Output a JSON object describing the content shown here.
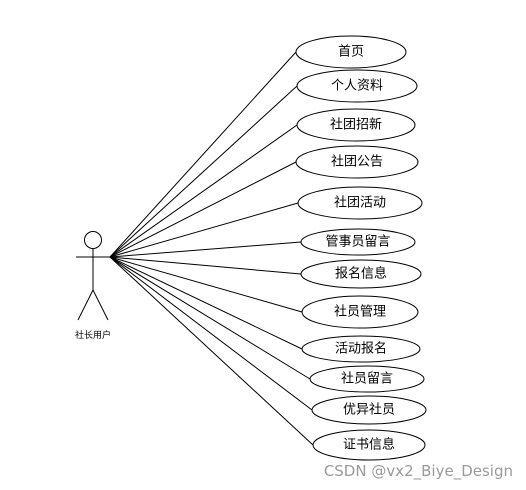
{
  "diagram": {
    "actor": {
      "label": "社长用户"
    },
    "use_cases": [
      {
        "label": "首页"
      },
      {
        "label": "个人资料"
      },
      {
        "label": "社团招新"
      },
      {
        "label": "社团公告"
      },
      {
        "label": "社团活动"
      },
      {
        "label": "管事员留言"
      },
      {
        "label": "报名信息"
      },
      {
        "label": "社员管理"
      },
      {
        "label": "活动报名"
      },
      {
        "label": "社员留言"
      },
      {
        "label": "优异社员"
      },
      {
        "label": "证书信息"
      }
    ]
  },
  "watermark": "CSDN @vx2_Biye_Design"
}
